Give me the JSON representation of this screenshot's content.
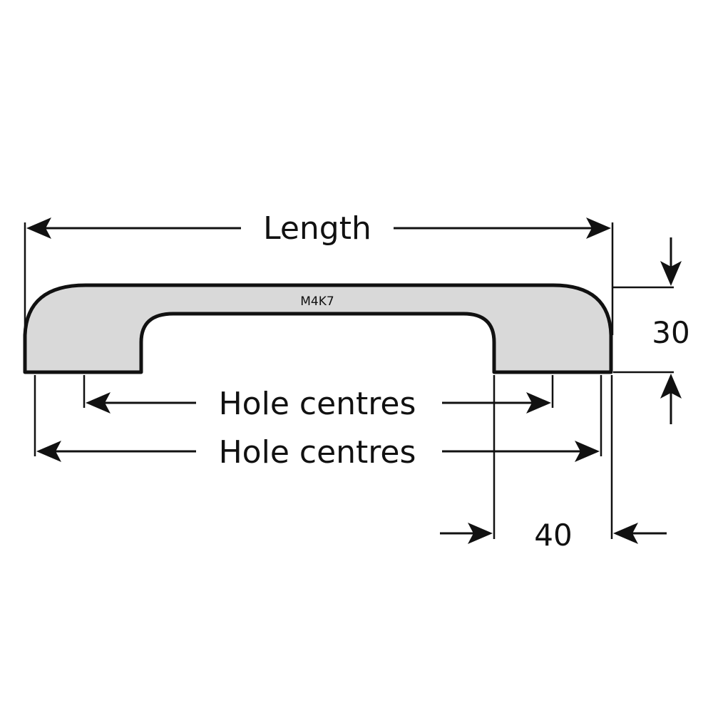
{
  "diagram": {
    "part_code": "M4K7",
    "labels": {
      "length": "Length",
      "hole_centres_inner": "Hole centres",
      "hole_centres_outer": "Hole centres",
      "height": "30",
      "end_width": "40"
    },
    "colors": {
      "profile_fill": "#d9d9d9",
      "line": "#111111",
      "background": "#ffffff"
    }
  }
}
